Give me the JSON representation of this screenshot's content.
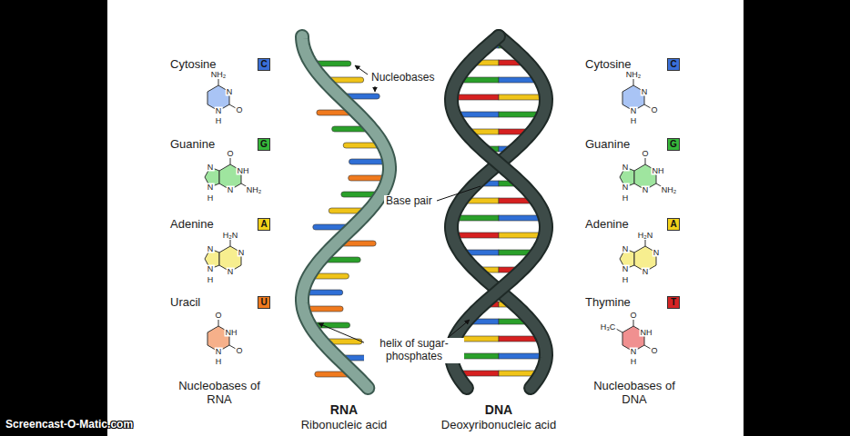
{
  "diagram": {
    "nodes": [
      {
        "text": [
          "C"
        ]
      },
      {
        "text": [
          "G"
        ]
      },
      {
        "text": [
          "A"
        ]
      },
      {
        "text": [
          "U"
        ]
      },
      {
        "text": [
          "C"
        ]
      },
      {
        "text": [
          "G"
        ]
      },
      {
        "text": [
          "A"
        ]
      },
      {
        "text": [
          "T"
        ]
      }
    ],
    "labels": [
      "Cytosine",
      "NH₂",
      "N",
      "N",
      "H",
      "O",
      "Guanine",
      "O",
      "NH",
      "NH₂",
      "N",
      "N",
      "N",
      "H",
      "Adenine",
      "H₂N",
      "N",
      "N",
      "N",
      "N",
      "H",
      "Uracil",
      "O",
      "NH",
      "N",
      "H",
      "O",
      "Nucleobases of RNA",
      "Nucleobases",
      "Base pair",
      "helix of sugar-phosphates",
      "RNA",
      "Ribonucleic acid",
      "DNA",
      "Deoxyribonucleic acid",
      "Cytosine",
      "NH₂",
      "N",
      "N",
      "H",
      "O",
      "Guanine",
      "O",
      "NH",
      "NH₂",
      "N",
      "N",
      "N",
      "H",
      "Adenine",
      "H₂N",
      "N",
      "N",
      "N",
      "N",
      "H",
      "Thymine",
      "O",
      "H₃C",
      "NH",
      "N",
      "H",
      "O",
      "Nucleobases of DNA",
      "Screencast-O-Matic.com"
    ]
  }
}
